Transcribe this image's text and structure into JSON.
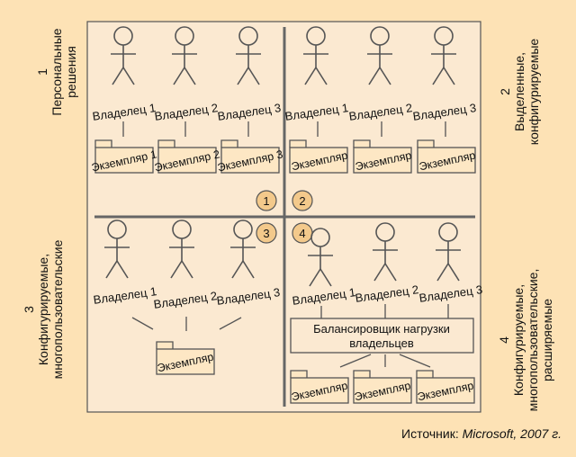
{
  "quadrants": [
    {
      "number": "1",
      "label_lines": [
        "Персональные",
        "решения"
      ]
    },
    {
      "number": "2",
      "label_lines": [
        "Выделенные,",
        "конфигурируемые"
      ]
    },
    {
      "number": "3",
      "label_lines": [
        "Конфигурируемые,",
        "многопользовательские"
      ]
    },
    {
      "number": "4",
      "label_lines": [
        "Конфигурируемые,",
        "многопользовательские,",
        "расширяемые"
      ]
    }
  ],
  "owners": [
    "Владелец 1",
    "Владелец 2",
    "Владелец 3"
  ],
  "instances_numbered": [
    "Экземпляр 1",
    "Экземпляр 2",
    "Экземпляр 3"
  ],
  "instance_label": "Экземпляр",
  "balancer_lines": [
    "Балансировщик нагрузки",
    "владельцев"
  ],
  "source": {
    "prefix": "Источник: ",
    "publisher": "Microsoft",
    "suffix": ", 2007 г."
  },
  "colors": {
    "background": "#fde2b5",
    "panel": "#fbe9d1",
    "line": "#555555",
    "badge": "#f3c98b"
  }
}
